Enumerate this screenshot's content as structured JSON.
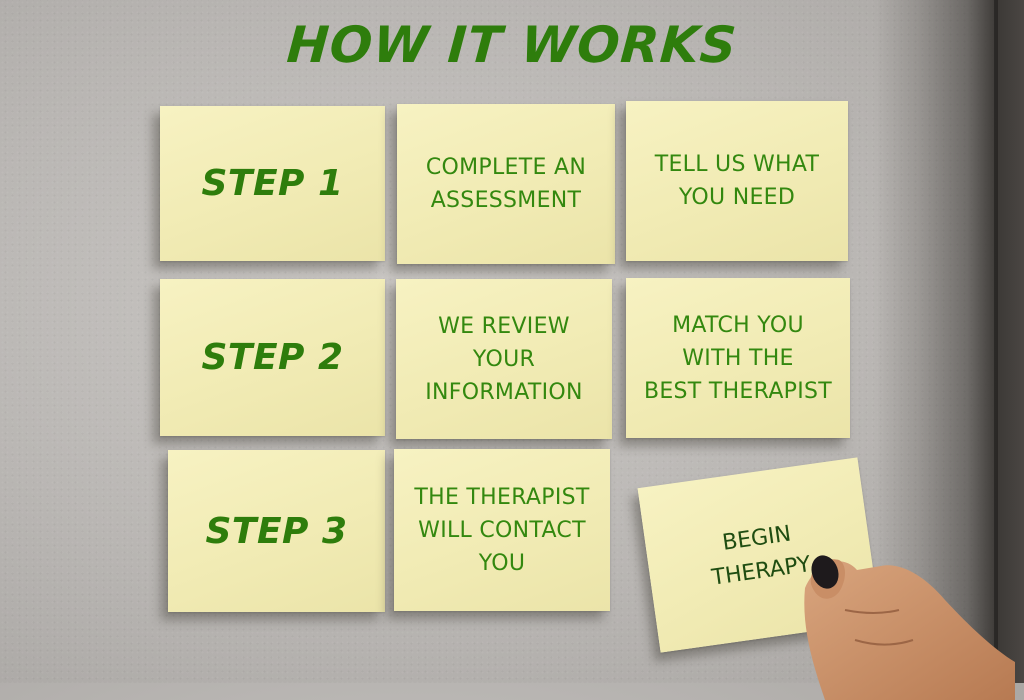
{
  "title": "HOW IT WORKS",
  "steps": [
    {
      "label": "STEP 1",
      "items": [
        "COMPLETE AN\nASSESSMENT",
        "TELL US WHAT\nYOU NEED"
      ]
    },
    {
      "label": "STEP 2",
      "items": [
        "WE REVIEW\nYOUR\nINFORMATION",
        "MATCH YOU\nWITH THE\nBEST THERAPIST"
      ]
    },
    {
      "label": "STEP 3",
      "items": [
        "THE THERAPIST\nWILL CONTACT\nYOU",
        "BEGIN\nTHERAPY"
      ]
    }
  ],
  "colors": {
    "text_green": "#2e7d0c",
    "final_text": "#1f4d12",
    "note_yellow": "#f3edb8",
    "wall": "#bdbab7"
  }
}
